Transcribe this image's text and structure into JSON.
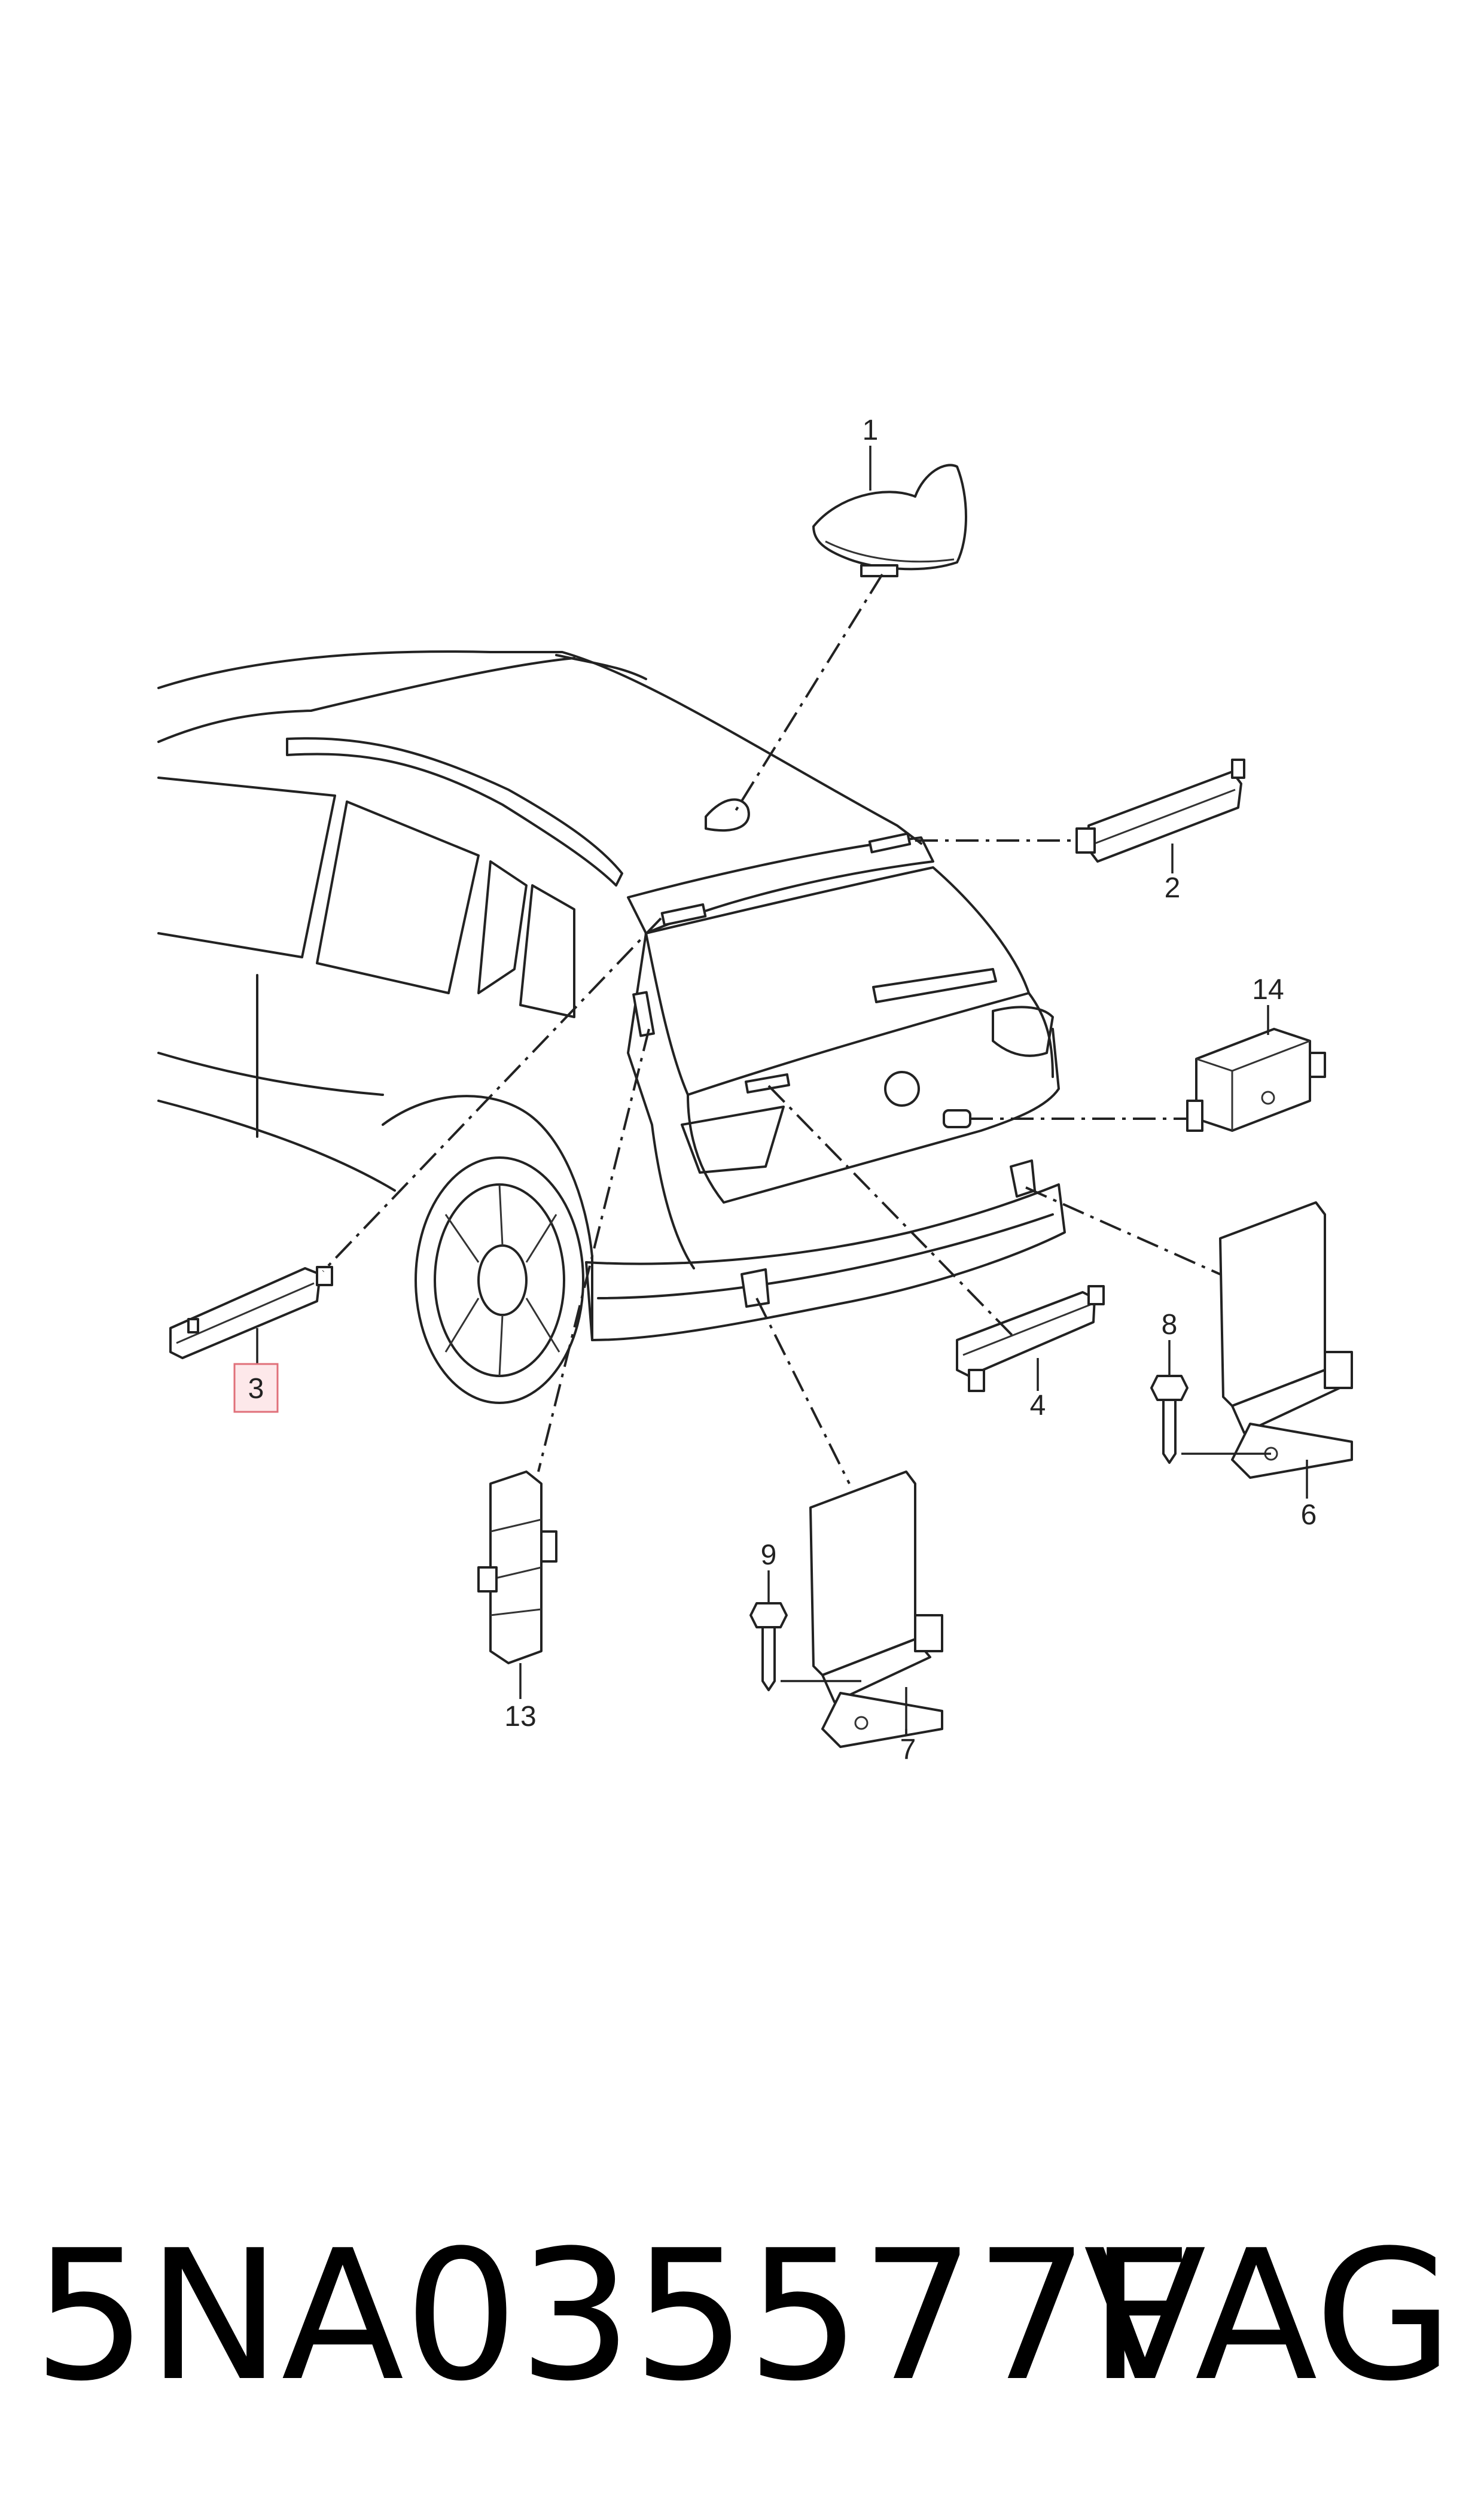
{
  "callouts": {
    "c1": "1",
    "c2": "2",
    "c3": "3",
    "c4": "4",
    "c6": "6",
    "c7": "7",
    "c8": "8",
    "c9": "9",
    "c13": "13",
    "c14": "14"
  },
  "highlighted_callout": "3",
  "footer": {
    "part_number": "5NA035577F",
    "brand": "VAG"
  },
  "colors": {
    "line": "#222222",
    "highlight_fill": "#fde8ea",
    "highlight_stroke": "#e0707a"
  }
}
